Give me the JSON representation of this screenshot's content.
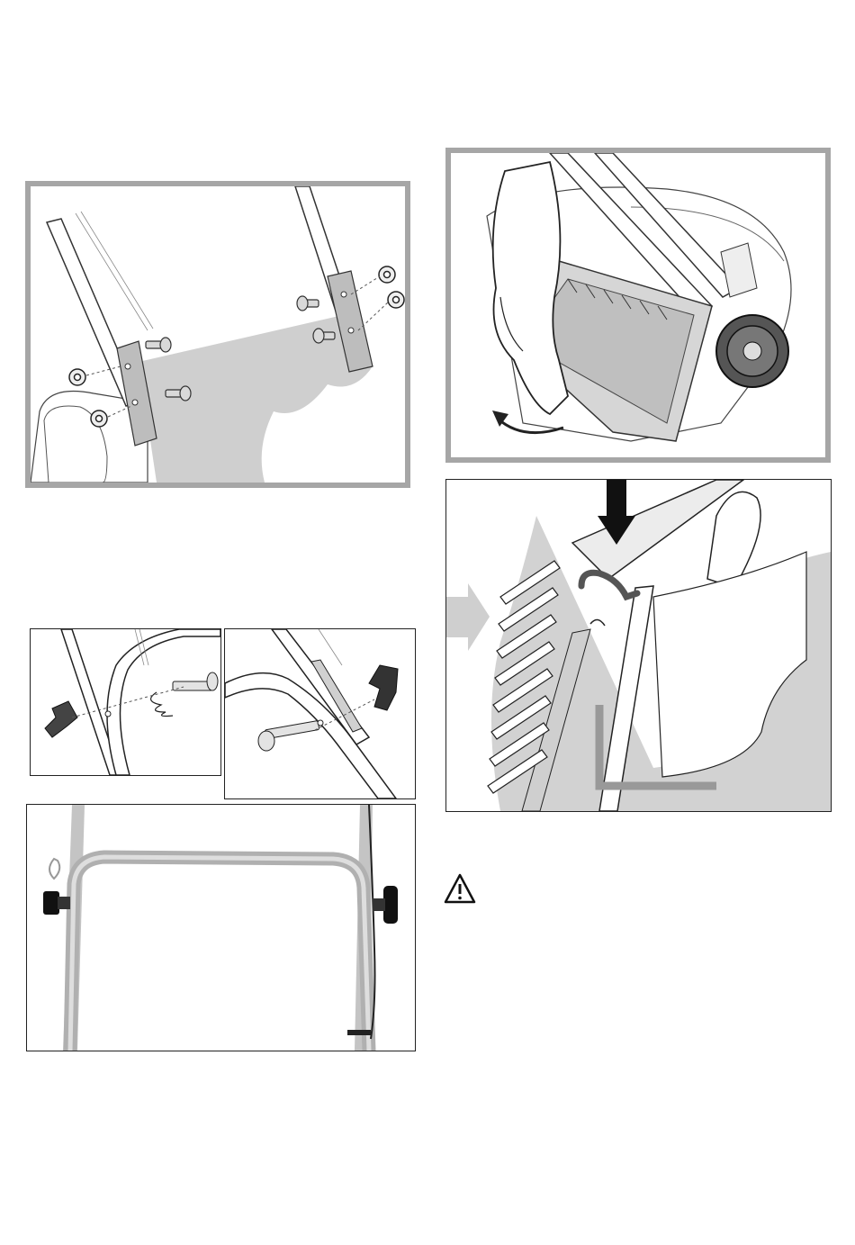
{
  "colors": {
    "frame_gray": "#a6a6a6",
    "shade_gray": "#cfcfcf",
    "handle_gray": "#b7b7b7",
    "ink": "#222222"
  },
  "figures": [
    {
      "id": "fig1",
      "icon": "handle-bracket-bolts-illustration"
    },
    {
      "id": "fig2",
      "icon": "grass-box-removal-illustration"
    },
    {
      "id": "fig3",
      "icon": "handle-knob-bolt-illustration"
    },
    {
      "id": "fig4",
      "icon": "lower-handle-knob-illustration"
    },
    {
      "id": "fig5",
      "icon": "grass-box-hook-illustration"
    },
    {
      "id": "fig6",
      "icon": "assembled-handle-photo"
    }
  ],
  "warning": {
    "icon": "warning-triangle-icon"
  }
}
